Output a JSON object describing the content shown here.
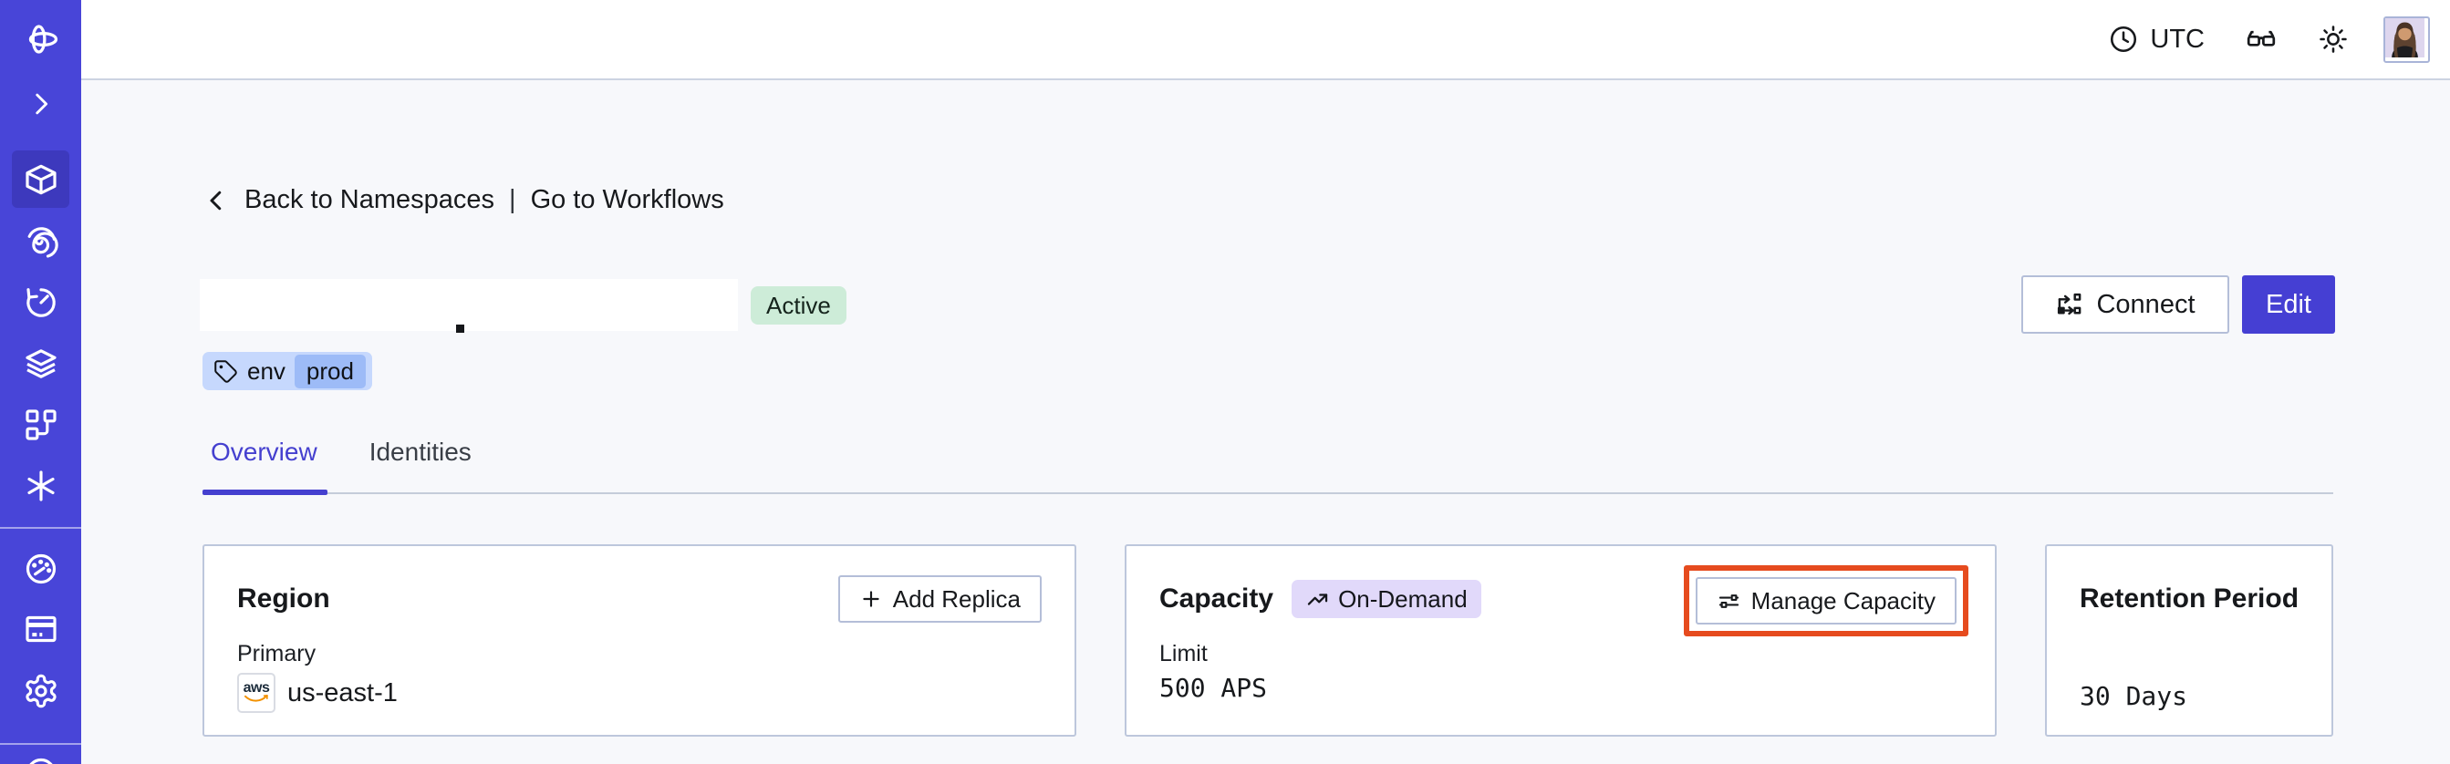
{
  "sidebar": {
    "items": [
      "temporal-logo",
      "expand-chevron",
      "namespaces",
      "workflows",
      "schedules",
      "batch-operations",
      "deployments",
      "nexus",
      "usage",
      "billing",
      "settings",
      "account"
    ],
    "active_item": "namespaces"
  },
  "topbar": {
    "timezone_label": "UTC",
    "icons": [
      "clock-icon",
      "glasses-icon",
      "theme-sun-icon",
      "avatar"
    ]
  },
  "breadcrumb": {
    "back_label": "Back to Namespaces",
    "separator": "|",
    "workflows_label": "Go to Workflows"
  },
  "header": {
    "status_badge": "Active",
    "tag": {
      "key": "env",
      "value": "prod"
    },
    "connect_label": "Connect",
    "edit_label": "Edit"
  },
  "tabs": [
    {
      "label": "Overview",
      "active": true
    },
    {
      "label": "Identities",
      "active": false
    }
  ],
  "cards": {
    "region": {
      "title": "Region",
      "add_replica_label": "Add Replica",
      "field_label": "Primary",
      "provider": "aws",
      "value": "us-east-1"
    },
    "capacity": {
      "title": "Capacity",
      "badge_label": "On-Demand",
      "manage_label": "Manage Capacity",
      "field_label": "Limit",
      "value": "500 APS",
      "annotated": true
    },
    "retention": {
      "title": "Retention Period",
      "value": "30 Days"
    }
  },
  "colors": {
    "sidebar": "#4845d8",
    "sidebar_active_bg": "#3d39bd",
    "accent": "#453fd3",
    "tab_active": "#4540cf",
    "annotation_red": "#e64b1e",
    "status_green_bg": "#cdecd8",
    "ondemand_bg": "#e1d9fa",
    "tag_outer_bg": "#c6d8fd",
    "tag_inner_bg": "#9dbbf7",
    "aws_orange": "#f29100",
    "card_border": "#bdc7dc",
    "page_bg": "#f7f8fb"
  }
}
